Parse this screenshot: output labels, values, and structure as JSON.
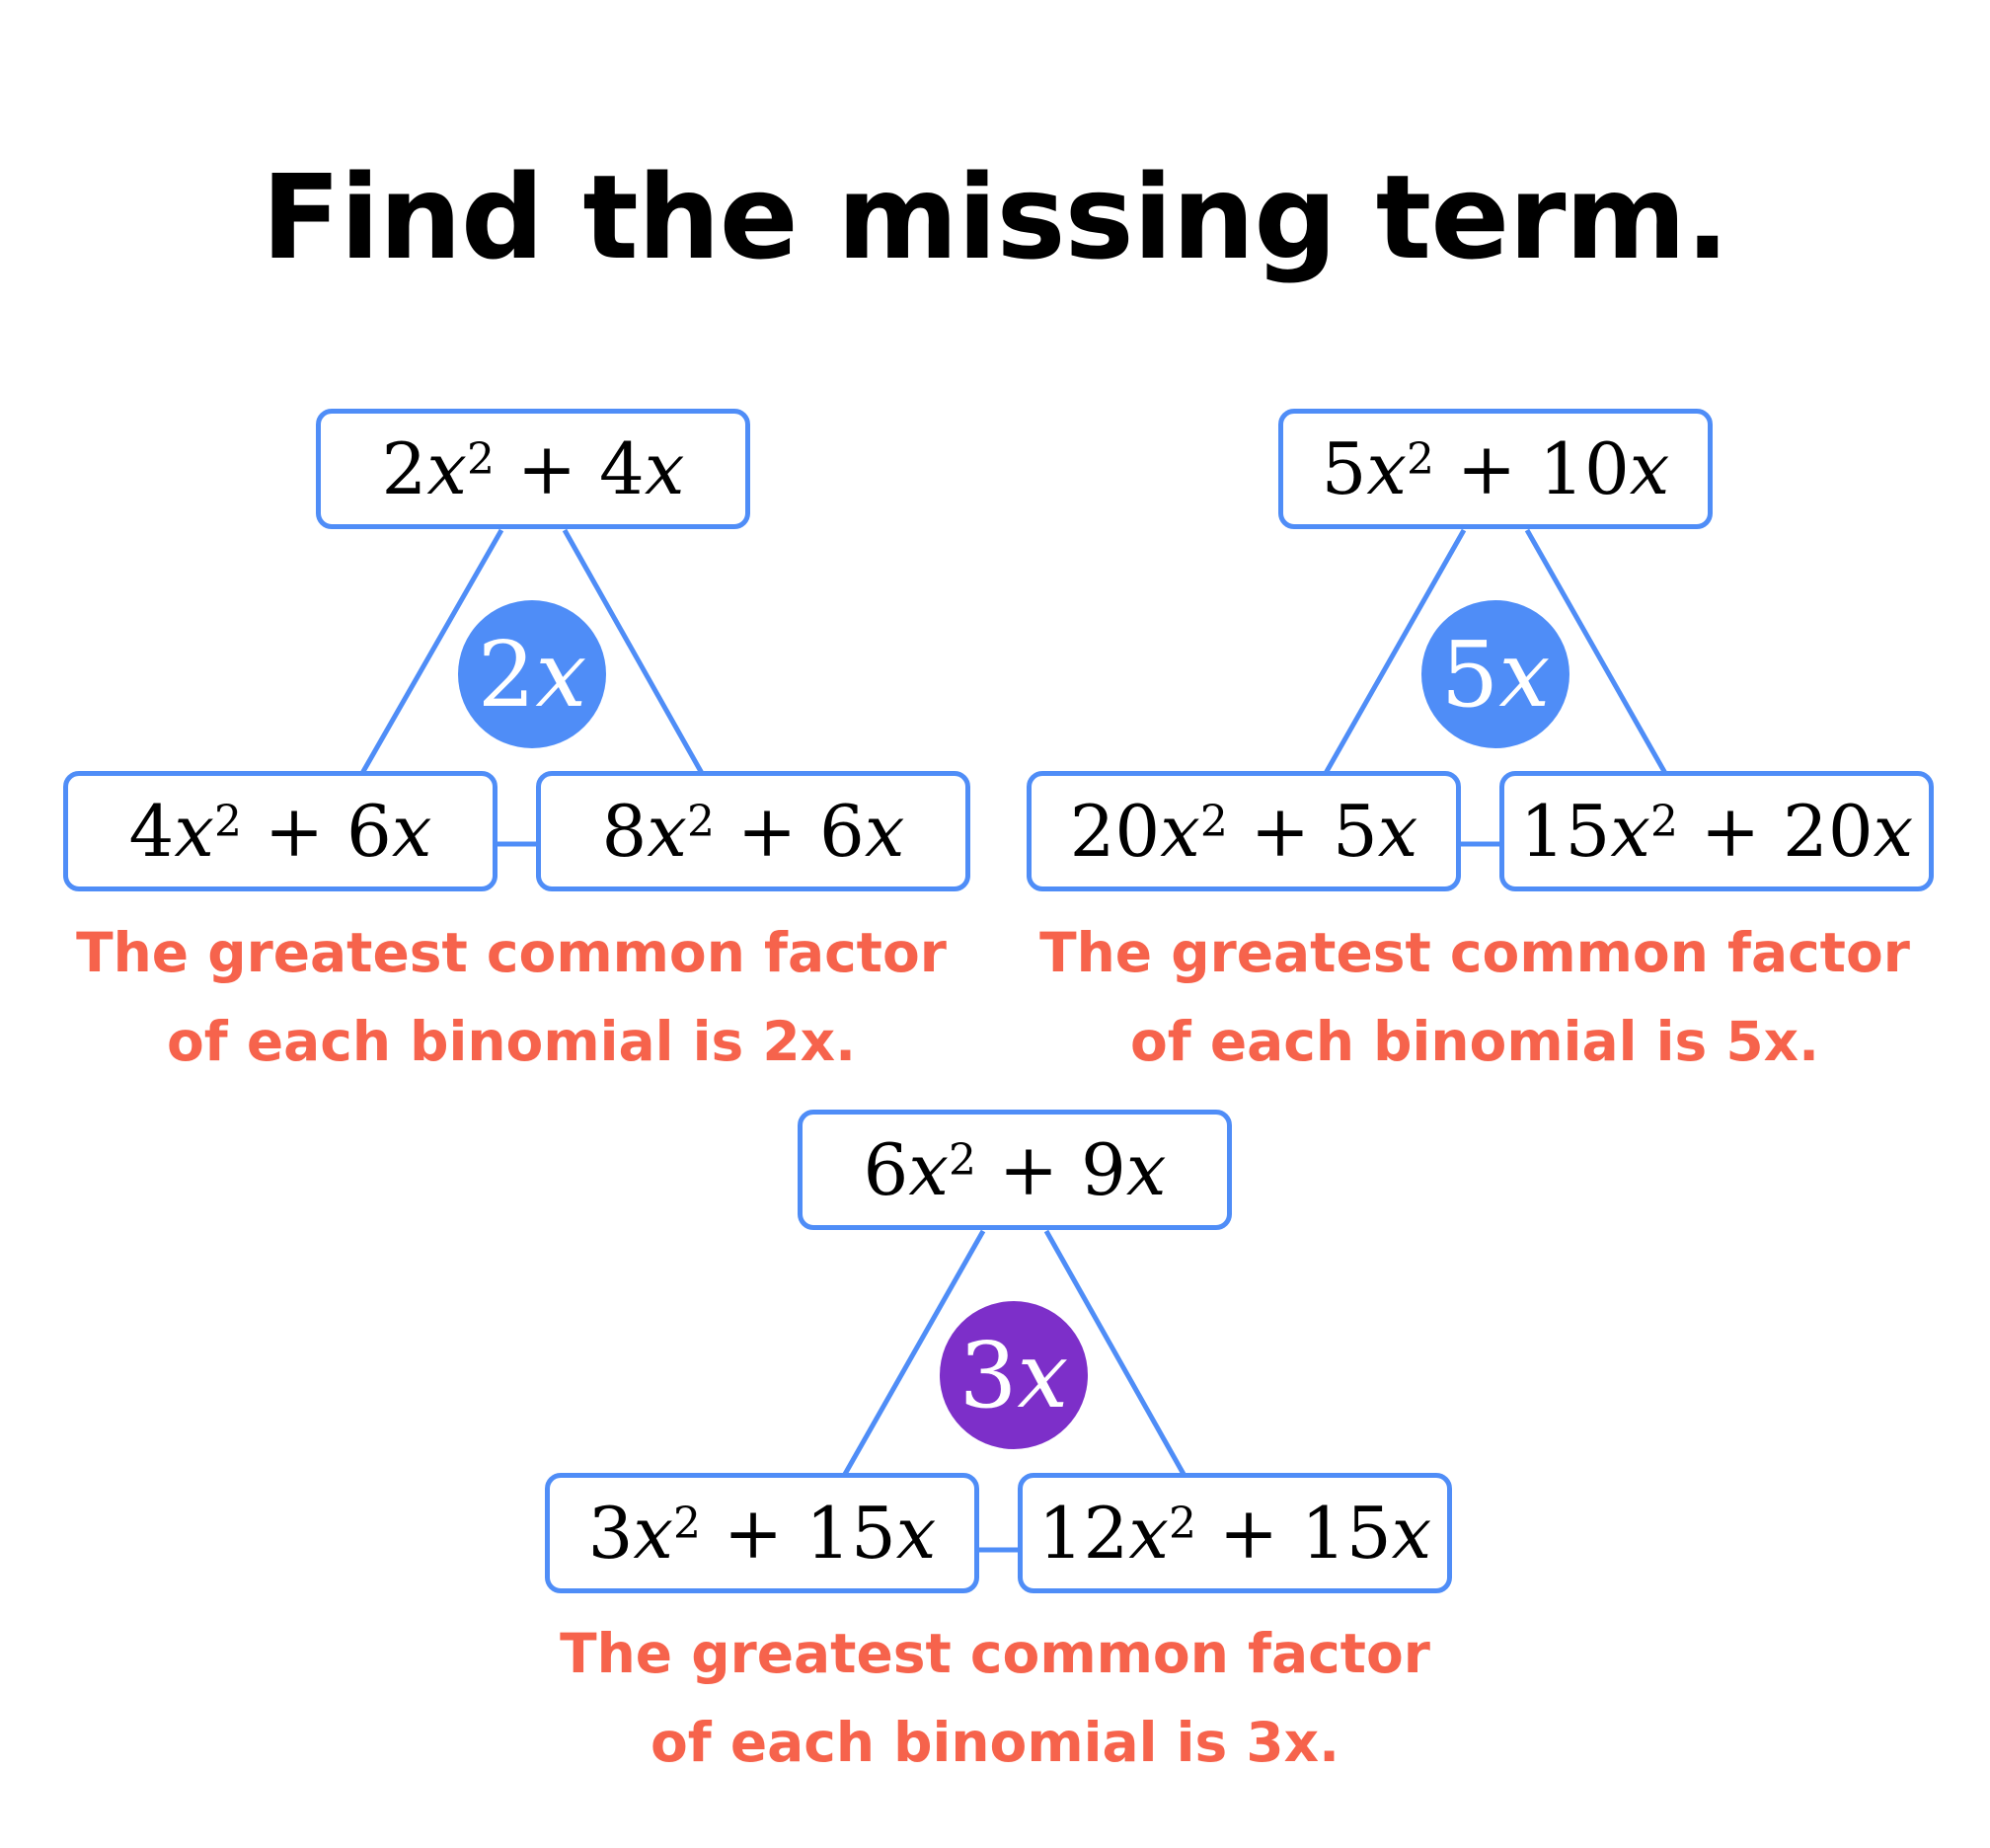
{
  "title": "Find the missing term.",
  "colors": {
    "box_border": "#4F8DF7",
    "badge_blue": "#4F8DF7",
    "badge_purple": "#7D2FC9",
    "caption": "#F6634C"
  },
  "trees": [
    {
      "top": {
        "c1": "2",
        "v1": "x",
        "exp": "2",
        "op": " + ",
        "c2": "4",
        "v2": "x"
      },
      "left": {
        "c1": "4",
        "v1": "x",
        "exp": "2",
        "op": " + ",
        "c2": "6",
        "v2": "x"
      },
      "right": {
        "c1": "8",
        "v1": "x",
        "exp": "2",
        "op": " + ",
        "c2": "6",
        "v2": "x"
      },
      "gcf": {
        "coef": "2",
        "var": "x"
      },
      "caption": {
        "line1": "The greatest common factor",
        "line2": "of each binomial is 2x."
      }
    },
    {
      "top": {
        "c1": "5",
        "v1": "x",
        "exp": "2",
        "op": " + ",
        "c2": "10",
        "v2": "x"
      },
      "left": {
        "c1": "20",
        "v1": "x",
        "exp": "2",
        "op": " + ",
        "c2": "5",
        "v2": "x"
      },
      "right": {
        "c1": "15",
        "v1": "x",
        "exp": "2",
        "op": " + ",
        "c2": "20",
        "v2": "x"
      },
      "gcf": {
        "coef": "5",
        "var": "x"
      },
      "caption": {
        "line1": "The greatest common factor",
        "line2": "of each binomial is 5x."
      }
    },
    {
      "top": {
        "c1": "6",
        "v1": "x",
        "exp": "2",
        "op": " + ",
        "c2": "9",
        "v2": "x"
      },
      "left": {
        "c1": "3",
        "v1": "x",
        "exp": "2",
        "op": " + ",
        "c2": "15",
        "v2": "x"
      },
      "right": {
        "c1": "12",
        "v1": "x",
        "exp": "2",
        "op": " + ",
        "c2": "15",
        "v2": "x"
      },
      "gcf": {
        "coef": "3",
        "var": "x"
      },
      "caption": {
        "line1": "The greatest common factor",
        "line2": "of each binomial is 3x."
      }
    }
  ]
}
